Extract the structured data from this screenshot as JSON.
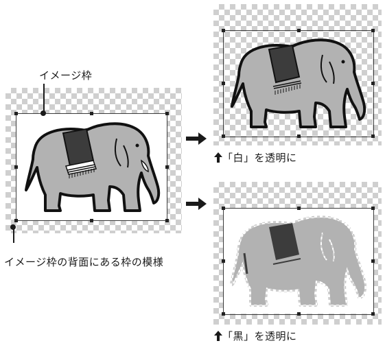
{
  "labels": {
    "frame_label": "イメージ枠",
    "background_label": "イメージ枠の背面にある枠の模様",
    "caption_white": "「白」を透明に",
    "caption_black": "「黒」を透明に"
  },
  "icons": {
    "right_arrow": "arrow-right-icon",
    "up_arrow": "arrow-up-icon"
  },
  "colors": {
    "checker": "#cfcfcf",
    "elephant_body": "#b2b2b2",
    "elephant_outline": "#111111",
    "blanket": "#3c3c3c",
    "white_background": "#ffffff"
  }
}
